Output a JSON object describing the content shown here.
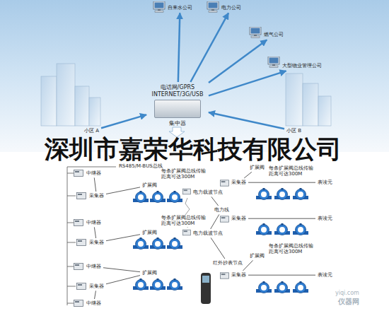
{
  "diagram": {
    "nodes": [
      {
        "text": [
          "自来水公司"
        ]
      },
      {
        "text": [
          "电力公司"
        ]
      },
      {
        "text": [
          "燃气公司"
        ]
      },
      {
        "text": [
          "大型物业管理公司"
        ]
      },
      {
        "text": [
          "电话网/GPRS INTERNET/3G/USB",
          "集中器"
        ]
      },
      {
        "text": [
          "小区 A"
        ]
      },
      {
        "text": [
          "小区 B"
        ]
      },
      {
        "text": [
          "中继器"
        ]
      },
      {
        "text": [
          "采集器"
        ]
      },
      {
        "text": [
          "扩展阀"
        ]
      },
      {
        "text": [
          "中继器"
        ]
      },
      {
        "text": [
          "采集器"
        ]
      },
      {
        "text": [
          "扩展阀"
        ]
      },
      {
        "text": [
          "中继器"
        ]
      },
      {
        "text": [
          "扩展阀"
        ]
      },
      {
        "text": [
          "采集器"
        ]
      },
      {
        "text": [
          "中继器"
        ]
      },
      {
        "text": [
          "电力载波节点"
        ]
      },
      {
        "text": [
          "电力线"
        ]
      },
      {
        "text": [
          "电力载波节点"
        ]
      },
      {
        "text": [
          "红外抄表节点"
        ]
      },
      {
        "text": [
          "扩展阀"
        ]
      },
      {
        "text": [
          "采集器"
        ]
      },
      {
        "text": [
          "表读元"
        ]
      },
      {
        "text": [
          "采集器"
        ]
      },
      {
        "text": [
          "表读元"
        ]
      },
      {
        "text": [
          "扩展阀"
        ]
      },
      {
        "text": [
          "采集器"
        ]
      },
      {
        "text": [
          "表读元"
        ]
      }
    ],
    "edges": [
      {
        "from": 4,
        "to": 0,
        "arrow": "to"
      },
      {
        "from": 4,
        "to": 1,
        "arrow": "to"
      },
      {
        "from": 4,
        "to": 2,
        "arrow": "to"
      },
      {
        "from": 4,
        "to": 3,
        "arrow": "to"
      },
      {
        "from": 5,
        "to": 4,
        "arrow": "to"
      },
      {
        "from": 6,
        "to": 4,
        "arrow": "to"
      },
      {
        "from": 7,
        "to": 8,
        "arrow": "none"
      },
      {
        "from": 8,
        "to": 9,
        "arrow": "none"
      },
      {
        "from": 10,
        "to": 11,
        "arrow": "none"
      },
      {
        "from": 11,
        "to": 12,
        "arrow": "none"
      },
      {
        "from": 13,
        "to": 14,
        "arrow": "none"
      },
      {
        "from": 15,
        "to": 14,
        "arrow": "none"
      },
      {
        "from": 15,
        "to": 16,
        "arrow": "none"
      },
      {
        "from": 17,
        "to": 18,
        "arrow": "none"
      },
      {
        "from": 18,
        "to": 19,
        "arrow": "none"
      },
      {
        "from": 19,
        "to": 20,
        "arrow": "none"
      },
      {
        "from": 22,
        "to": 21,
        "arrow": "none"
      },
      {
        "from": 22,
        "to": 23,
        "arrow": "none"
      },
      {
        "from": 24,
        "to": 25,
        "arrow": "none"
      },
      {
        "from": 27,
        "to": 26,
        "arrow": "none"
      },
      {
        "from": 27,
        "to": 28,
        "arrow": "none"
      }
    ],
    "labels": [
      "RS485/M-BUS总线",
      "每条扩展阀总线传输距离可达300M",
      "每条扩展阀总线传输距离可达300M",
      "每条扩展阀总线传输距离可达300M",
      "每条扩展阀总线传输距离可达300M",
      "深圳市嘉荣华科技有限公司",
      "yiqi.com",
      "仪器网"
    ]
  }
}
